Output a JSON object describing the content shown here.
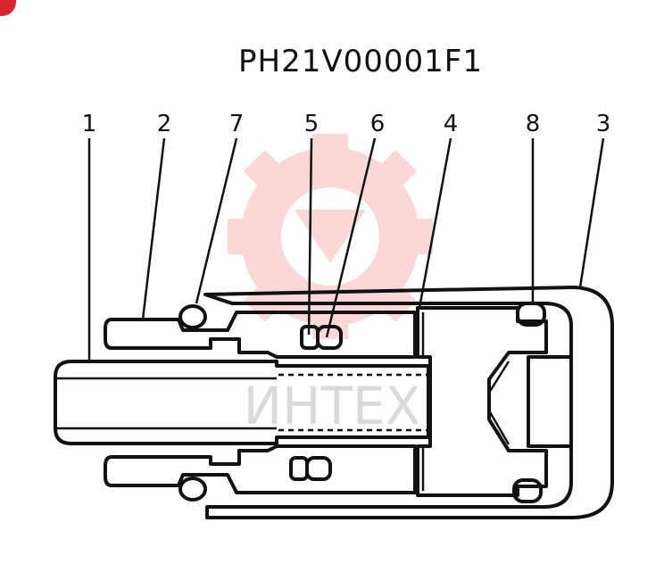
{
  "title": "PH21V00001F1",
  "watermark": {
    "text": "ИНТЕХ",
    "color": "#e8504f",
    "logo": "gear-logo"
  },
  "corner_mark_color": "#d9262a",
  "part_labels": [
    "1",
    "2",
    "7",
    "5",
    "6",
    "4",
    "8",
    "3"
  ]
}
